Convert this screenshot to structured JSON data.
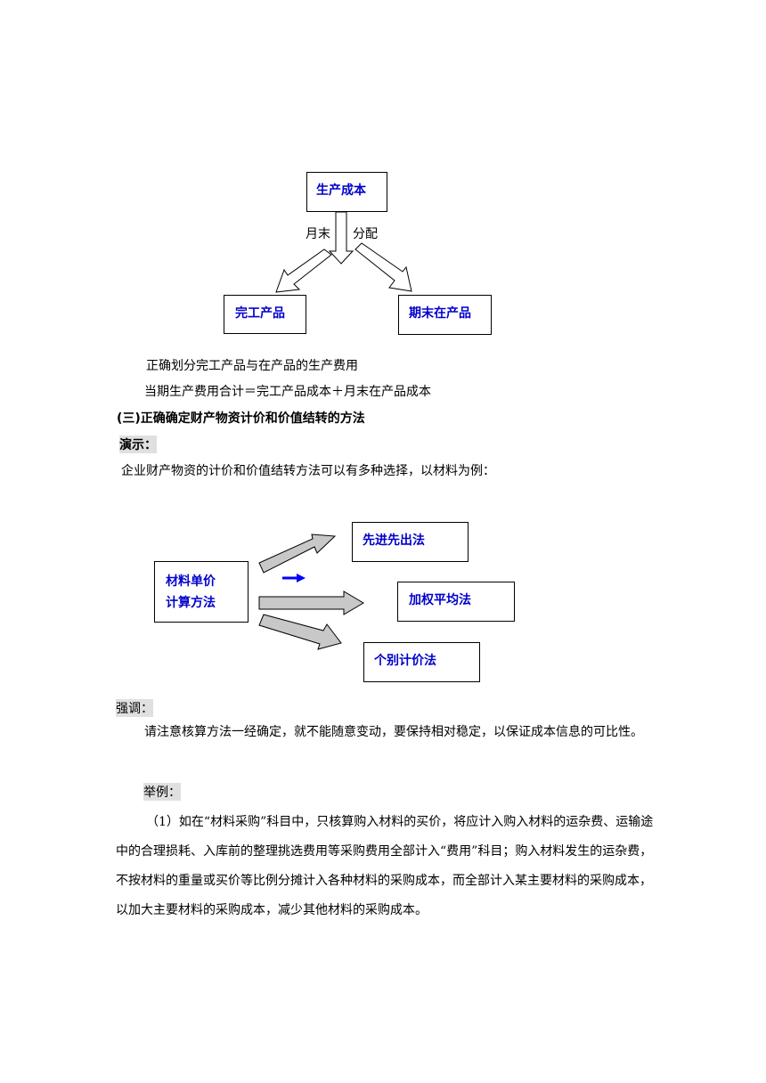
{
  "diagram1": {
    "top_box": "生产成本",
    "label_left": "月末",
    "label_right": "分配",
    "left_box": "完工产品",
    "right_box": "期末在产品"
  },
  "lines": {
    "line1": "正确划分完工产品与在产品的生产费用",
    "line2": "当期生产费用合计＝完工产品成本＋月末在产品成本",
    "heading": "(三)正确确定财产物资计价和价值结转的方法",
    "demo_label": "演示：",
    "intro": "企业财产物资的计价和价值结转方法可以有多种选择，以材料为例："
  },
  "diagram2": {
    "source_line1": "材料单价",
    "source_line2": "计算方法",
    "target1": "先进先出法",
    "target2": "加权平均法",
    "target3": "个别计价法",
    "arrow_color": "#0000ff"
  },
  "emphasis": {
    "label": "强调：",
    "text": "请注意核算方法一经确定，就不能随意变动，要保持相对稳定，以保证成本信息的可比性。"
  },
  "example": {
    "label": "举例：",
    "text": "（1）如在“材料采购”科目中，只核算购入材料的买价，将应计入购入材料的运杂费、运输途中的合理损耗、入库前的整理挑选费用等采购费用全部计入“费用”科目；购入材料发生的运杂费，不按材料的重量或买价等比例分摊计入各种材料的采购成本，而全部计入某主要材料的采购成本，以加大主要材料的采购成本，减少其他材料的采购成本。"
  }
}
